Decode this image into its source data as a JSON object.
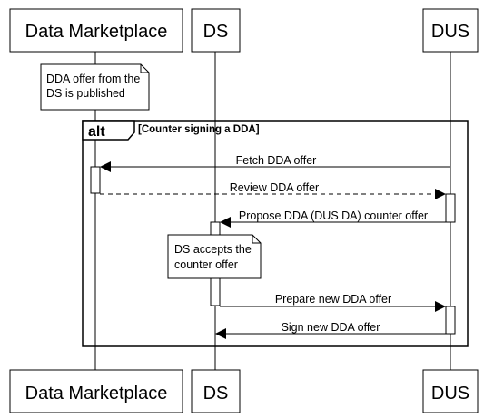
{
  "participants": [
    {
      "id": "dm",
      "label": "Data Marketplace"
    },
    {
      "id": "ds",
      "label": "DS"
    },
    {
      "id": "dus",
      "label": "DUS"
    }
  ],
  "notes": [
    {
      "lines": [
        "DDA offer from the",
        "DS is published"
      ]
    },
    {
      "lines": [
        "DS accepts the",
        "counter offer"
      ]
    }
  ],
  "fragment": {
    "keyword": "alt",
    "condition": "[Counter signing a DDA]"
  },
  "messages": [
    {
      "label": "Fetch DDA offer",
      "style": "solid"
    },
    {
      "label": "Review DDA offer",
      "style": "dashed"
    },
    {
      "label": "Propose DDA (DUS DA) counter offer",
      "style": "solid"
    },
    {
      "label": "Prepare new DDA offer",
      "style": "solid"
    },
    {
      "label": "Sign new DDA offer",
      "style": "solid"
    }
  ]
}
